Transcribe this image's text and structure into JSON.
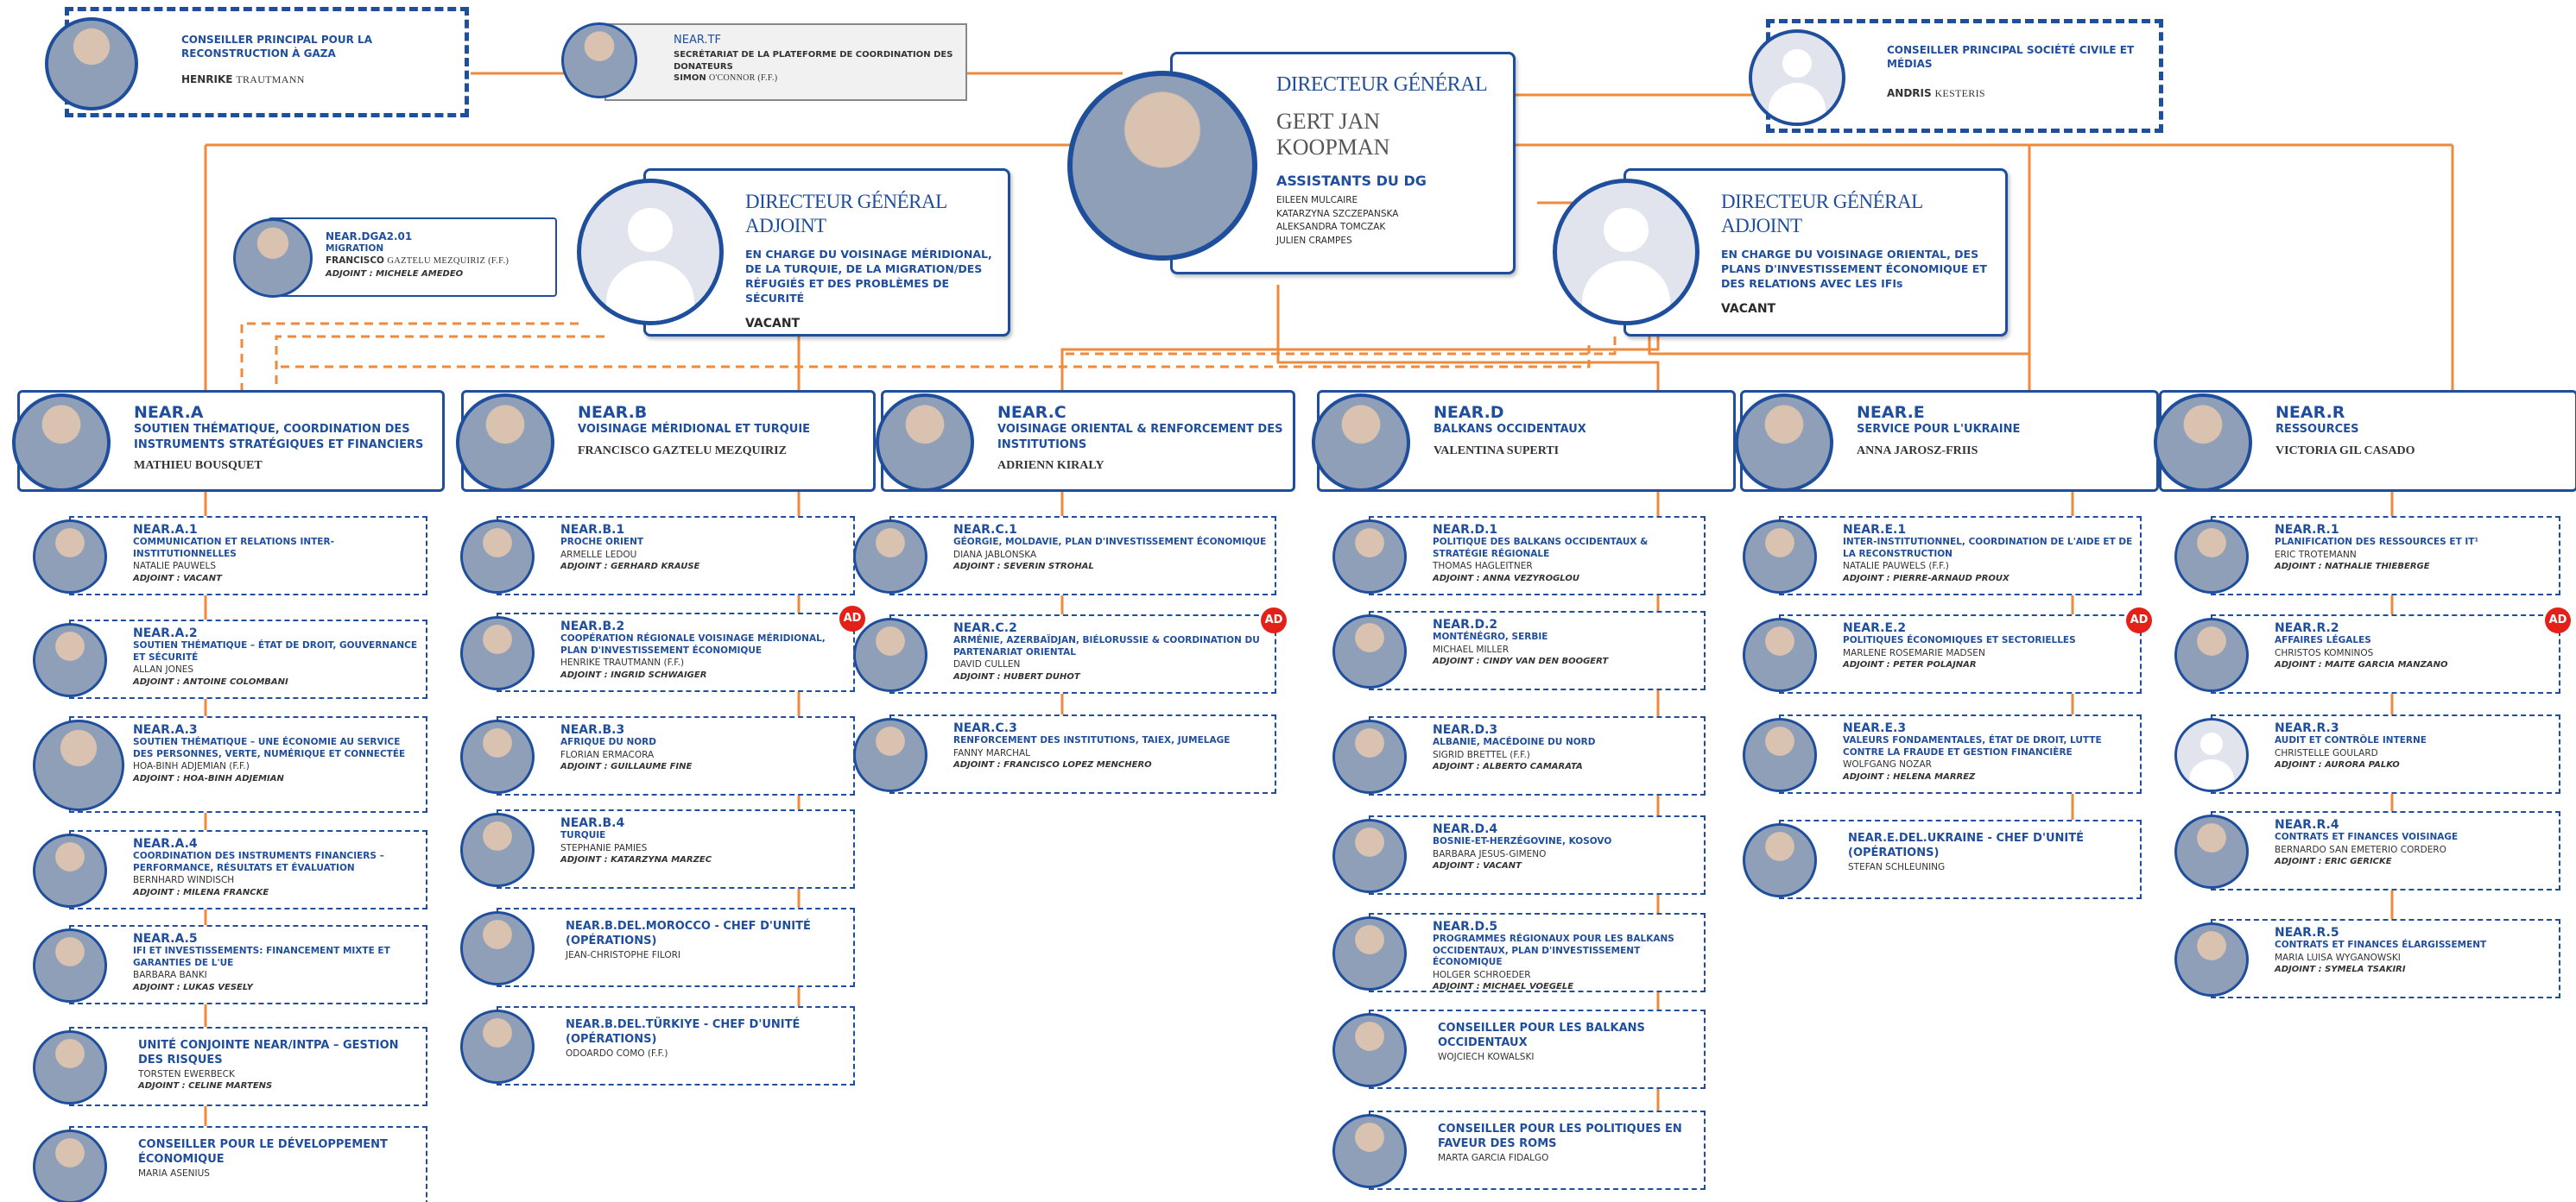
{
  "colors": {
    "primary": "#1f4e9c",
    "connector": "#ee8a3c",
    "ad_badge": "#e32119"
  },
  "dg": {
    "title": "DIRECTEUR GÉNÉRAL",
    "name": "GERT JAN KOOPMAN",
    "assistants_title": "ASSISTANTS DU DG",
    "assistants": [
      "EILEEN MULCAIRE",
      "KATARZYNA SZCZEPANSKA",
      "ALEKSANDRA TOMCZAK",
      "JULIEN CRAMPES"
    ]
  },
  "dgd_south": {
    "title": "DIRECTEUR GÉNÉRAL ADJOINT",
    "desc": "EN CHARGE DU VOISINAGE MÉRIDIONAL, DE LA TURQUIE, DE LA MIGRATION/DES RÉFUGIÉS ET DES PROBLÈMES DE SÉCURITÉ",
    "status": "VACANT"
  },
  "dgd_east": {
    "title": "DIRECTEUR GÉNÉRAL ADJOINT",
    "desc": "EN CHARGE DU VOISINAGE ORIENTAL, DES PLANS D'INVESTISSEMENT ÉCONOMIQUE ET DES RELATIONS AVEC LES IFIs",
    "status": "VACANT"
  },
  "gaza": {
    "title": "CONSEILLER PRINCIPAL POUR LA RECONSTRUCTION À GAZA",
    "first": "HENRIKE",
    "last": "TRAUTMANN"
  },
  "tf": {
    "code": "NEAR.TF",
    "desc": "SECRÉTARIAT DE LA PLATEFORME DE COORDINATION DES DONATEURS",
    "first": "SIMON",
    "last": "O'CONNOR (F.F.)"
  },
  "civil": {
    "title": "CONSEILLER PRINCIPAL SOCIÉTÉ CIVILE ET MÉDIAS",
    "first": "ANDRIS",
    "last": "KESTERIS"
  },
  "dga": {
    "code": "NEAR.DGA2.01",
    "desc": "MIGRATION",
    "first": "FRANCISCO",
    "last": "GAZTELU MEZQUIRIZ (F.F.)",
    "deputy": "ADJOINT : MICHELE AMEDEO"
  },
  "directorates": [
    {
      "code": "NEAR.A",
      "desc": "SOUTIEN THÉMATIQUE, COORDINATION DES INSTRUMENTS STRATÉGIQUES ET FINANCIERS",
      "name": "MATHIEU BOUSQUET"
    },
    {
      "code": "NEAR.B",
      "desc": "VOISINAGE MÉRIDIONAL ET TURQUIE",
      "name": "FRANCISCO GAZTELU MEZQUIRIZ"
    },
    {
      "code": "NEAR.C",
      "desc": "VOISINAGE ORIENTAL & RENFORCEMENT DES INSTITUTIONS",
      "name": "ADRIENN KIRALY"
    },
    {
      "code": "NEAR.D",
      "desc": "BALKANS OCCIDENTAUX",
      "name": "VALENTINA SUPERTI"
    },
    {
      "code": "NEAR.E",
      "desc": "SERVICE POUR L'UKRAINE",
      "name": "ANNA JAROSZ-FRIIS"
    },
    {
      "code": "NEAR.R",
      "desc": "RESSOURCES",
      "name": "VICTORIA GIL CASADO"
    }
  ],
  "units": {
    "A": [
      {
        "code": "NEAR.A.1",
        "desc": "COMMUNICATION ET RELATIONS INTER-INSTITUTIONNELLES",
        "name": "NATALIE PAUWELS",
        "deputy": "ADJOINT : VACANT"
      },
      {
        "code": "NEAR.A.2",
        "desc": "SOUTIEN THÉMATIQUE – ÉTAT DE DROIT, GOUVERNANCE ET SÉCURITÉ",
        "name": "ALLAN JONES",
        "deputy": "ADJOINT : ANTOINE COLOMBANI"
      },
      {
        "code": "NEAR.A.3",
        "desc": "SOUTIEN THÉMATIQUE – UNE ÉCONOMIE AU SERVICE DES PERSONNES, VERTE, NUMÉRIQUE ET CONNECTÉE",
        "name": "HOA-BINH ADJEMIAN (F.F.)",
        "deputy": "ADJOINT : HOA-BINH ADJEMIAN"
      },
      {
        "code": "NEAR.A.4",
        "desc": "COORDINATION DES INSTRUMENTS FINANCIERS – PERFORMANCE, RÉSULTATS ET ÉVALUATION",
        "name": "BERNHARD WINDISCH",
        "deputy": "ADJOINT : MILENA FRANCKE"
      },
      {
        "code": "NEAR.A.5",
        "desc": "IFI ET INVESTISSEMENTS: FINANCEMENT MIXTE ET GARANTIES DE L'UE",
        "name": "BARBARA BANKI",
        "deputy": "ADJOINT : LUKAS VESELY"
      },
      {
        "code": "",
        "desc": "UNITÉ CONJOINTE NEAR/INTPA – GESTION DES RISQUES",
        "name": "TORSTEN EWERBECK",
        "deputy": "ADJOINT : CELINE MARTENS"
      },
      {
        "code": "",
        "desc": "CONSEILLER POUR LE DÉVELOPPEMENT ÉCONOMIQUE",
        "name": "MARIA ASENIUS",
        "deputy": ""
      }
    ],
    "B": [
      {
        "code": "NEAR.B.1",
        "desc": "PROCHE ORIENT",
        "name": "ARMELLE LEDOU",
        "deputy": "ADJOINT : GERHARD KRAUSE"
      },
      {
        "code": "NEAR.B.2",
        "desc": "COOPÉRATION RÉGIONALE VOISINAGE MÉRIDIONAL, PLAN D'INVESTISSEMENT ÉCONOMIQUE",
        "name": "HENRIKE TRAUTMANN (F.F.)",
        "deputy": "ADJOINT : INGRID SCHWAIGER"
      },
      {
        "code": "NEAR.B.3",
        "desc": "AFRIQUE DU NORD",
        "name": "FLORIAN ERMACORA",
        "deputy": "ADJOINT : GUILLAUME FINE"
      },
      {
        "code": "NEAR.B.4",
        "desc": "TURQUIE",
        "name": "STEPHANIE PAMIES",
        "deputy": "ADJOINT : KATARZYNA MARZEC"
      },
      {
        "code": "",
        "desc": "NEAR.B.DEL.MOROCCO - CHEF D'UNITÉ (OPÉRATIONS)",
        "name": "JEAN-CHRISTOPHE FILORI",
        "deputy": ""
      },
      {
        "code": "",
        "desc": "NEAR.B.DEL.TÜRKIYE - CHEF D'UNITÉ (OPÉRATIONS)",
        "name": "ODOARDO COMO (F.F.)",
        "deputy": ""
      }
    ],
    "C": [
      {
        "code": "NEAR.C.1",
        "desc": "GÉORGIE, MOLDAVIE, PLAN D'INVESTISSEMENT ÉCONOMIQUE",
        "name": "DIANA JABLONSKA",
        "deputy": "ADJOINT : SEVERIN STROHAL"
      },
      {
        "code": "NEAR.C.2",
        "desc": "ARMÉNIE, AZERBAÏDJAN, BIÉLORUSSIE & COORDINATION DU PARTENARIAT ORIENTAL",
        "name": "DAVID CULLEN",
        "deputy": "ADJOINT : HUBERT DUHOT"
      },
      {
        "code": "NEAR.C.3",
        "desc": "RENFORCEMENT DES INSTITUTIONS, TAIEX, JUMELAGE",
        "name": "FANNY MARCHAL",
        "deputy": "ADJOINT : FRANCISCO LOPEZ MENCHERO"
      }
    ],
    "D": [
      {
        "code": "NEAR.D.1",
        "desc": "POLITIQUE DES BALKANS OCCIDENTAUX & STRATÉGIE RÉGIONALE",
        "name": "THOMAS HAGLEITNER",
        "deputy": "ADJOINT : ANNA VEZYROGLOU"
      },
      {
        "code": "NEAR.D.2",
        "desc": "MONTÉNÉGRO, SERBIE",
        "name": "MICHAEL MILLER",
        "deputy": "ADJOINT : CINDY VAN DEN BOOGERT"
      },
      {
        "code": "NEAR.D.3",
        "desc": "ALBANIE, MACÉDOINE DU NORD",
        "name": "SIGRID BRETTEL (F.F.)",
        "deputy": "ADJOINT : ALBERTO CAMARATA"
      },
      {
        "code": "NEAR.D.4",
        "desc": "BOSNIE-ET-HERZÉGOVINE, KOSOVO",
        "name": "BARBARA JESUS-GIMENO",
        "deputy": "ADJOINT : VACANT"
      },
      {
        "code": "NEAR.D.5",
        "desc": "PROGRAMMES RÉGIONAUX POUR LES BALKANS OCCIDENTAUX, PLAN D'INVESTISSEMENT ÉCONOMIQUE",
        "name": "HOLGER SCHROEDER",
        "deputy": "ADJOINT : MICHAEL VOEGELE"
      },
      {
        "code": "",
        "desc": "CONSEILLER POUR LES BALKANS OCCIDENTAUX",
        "name": "WOJCIECH KOWALSKI",
        "deputy": ""
      },
      {
        "code": "",
        "desc": "CONSEILLER POUR LES POLITIQUES EN FAVEUR DES ROMS",
        "name": "MARTA GARCIA FIDALGO",
        "deputy": ""
      }
    ],
    "E": [
      {
        "code": "NEAR.E.1",
        "desc": "INTER-INSTITUTIONNEL, COORDINATION DE L'AIDE ET DE LA RECONSTRUCTION",
        "name": "NATALIE PAUWELS (F.F.)",
        "deputy": "ADJOINT : PIERRE-ARNAUD PROUX"
      },
      {
        "code": "NEAR.E.2",
        "desc": "POLITIQUES ÉCONOMIQUES ET SECTORIELLES",
        "name": "MARLENE ROSEMARIE MADSEN",
        "deputy": "ADJOINT : PETER POLAJNAR"
      },
      {
        "code": "NEAR.E.3",
        "desc": "VALEURS FONDAMENTALES, ÉTAT DE DROIT, LUTTE CONTRE LA FRAUDE ET GESTION FINANCIÈRE",
        "name": "WOLFGANG NOZAR",
        "deputy": "ADJOINT : HELENA MARREZ"
      },
      {
        "code": "",
        "desc": "NEAR.E.DEL.UKRAINE - CHEF D'UNITÉ (OPÉRATIONS)",
        "name": "STEFAN SCHLEUNING",
        "deputy": ""
      }
    ],
    "R": [
      {
        "code": "NEAR.R.1",
        "desc": "PLANIFICATION DES RESSOURCES ET IT¹",
        "name": "ERIC TROTEMANN",
        "deputy": "ADJOINT : NATHALIE THIEBERGE"
      },
      {
        "code": "NEAR.R.2",
        "desc": "AFFAIRES LÉGALES",
        "name": "CHRISTOS KOMNINOS",
        "deputy": "ADJOINT : MAITE GARCIA MANZANO"
      },
      {
        "code": "NEAR.R.3",
        "desc": "AUDIT ET CONTRÔLE INTERNE",
        "name": "CHRISTELLE GOULARD",
        "deputy": "ADJOINT : AURORA PALKO"
      },
      {
        "code": "NEAR.R.4",
        "desc": "CONTRATS ET FINANCES VOISINAGE",
        "name": "BERNARDO SAN EMETERIO CORDERO",
        "deputy": "ADJOINT : ERIC GERICKE"
      },
      {
        "code": "NEAR.R.5",
        "desc": "CONTRATS ET FINANCES ÉLARGISSEMENT",
        "name": "MARIA LUISA WYGANOWSKI",
        "deputy": "ADJOINT : SYMELA TSAKIRI"
      }
    ]
  },
  "ad_label": "AD"
}
